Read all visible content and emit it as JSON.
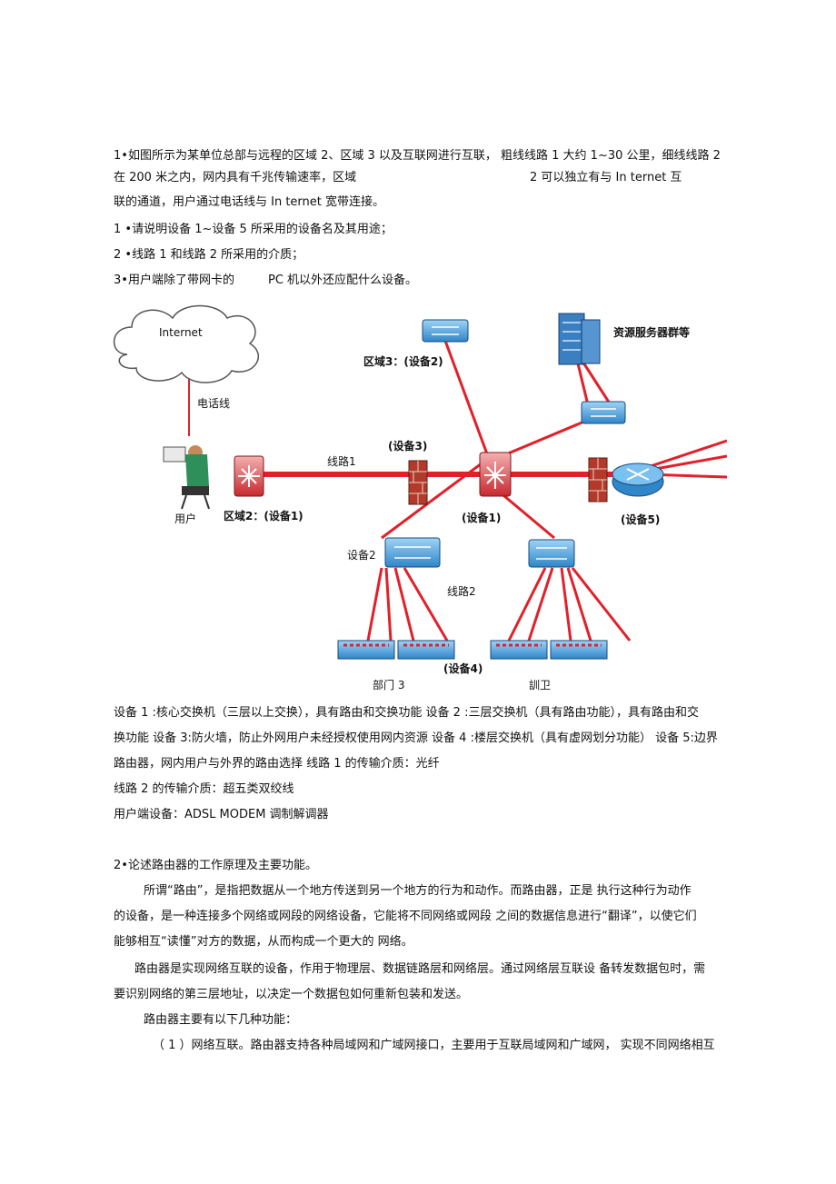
{
  "q1": {
    "line1": "1•如图所示为某单位总部与远程的区域 2、区域 3 以及互联网进行互联， 粗线线路 1 大约 1~30 公里，细线线路 2",
    "line2a": "在 200 米之内，网内具有千兆传输速率，区域",
    "line2b": "2 可以独立有与 In ternet 互",
    "line3": "联的通道，用户通过电话线与 In ternet 宽带连接。",
    "sub1": "1 •请说明设备 1~设备 5 所采用的设备名及其用途；",
    "sub2": "2  •线路 1 和线路 2 所采用的介质；",
    "sub3a": "3•用户端除了带网卡的",
    "sub3b": "PC 机以外还应配什么设备。"
  },
  "diagram": {
    "internet": "Internet",
    "phone_line": "电话线",
    "user": "用户",
    "area2": "区域2：(设备1)",
    "line1": "线路1",
    "device3": "(设备3)",
    "area3": "区域3：(设备2)",
    "servers": "资源服务器群等",
    "device1": "(设备1)",
    "device5": "(设备5)",
    "device2": "设备2",
    "line2": "线路2",
    "device4": "(设备4)",
    "dept3": "部门 3",
    "dept_b": "訓卫"
  },
  "answer1": {
    "line1": "设备 1 :核心交换机（三层以上交换），具有路由和交换功能 设备 2 :三层交换机（具有路由功能），具有路由和交",
    "line2": "换功能 设备 3:防火墙，防止外网用户未经授权使用网内资源 设备 4 :楼层交换机（具有虚网划分功能） 设备 5:边界",
    "line3": "路由器，网内用户与外界的路由选择 线路 1 的传输介质：光纤",
    "line4": "线路 2 的传输介质：超五类双绞线",
    "line5": "用户端设备：ADSL MODEM 调制解调器"
  },
  "q2": {
    "title": "2•论述路由器的工作原理及主要功能。",
    "p1a": "所谓“路由”，是指把数据从一个地方传送到另一个地方的行为和动作。而路由器，正是 执行这种行为动作",
    "p1b": "的设备，是一种连接多个网络或网段的网络设备，它能将不同网络或网段 之间的数据信息进行“翻译”，以使它们",
    "p1c": "能够相互“读懂”对方的数据，从而构成一个更大的 网络。",
    "p2a": "路由器是实现网络互联的设备，作用于物理层、数据链路层和网络层。通过网络层互联设 备转发数据包时，需",
    "p2b": "要识别网络的第三层地址，以决定一个数据包如何重新包装和发送。",
    "p3": "路由器主要有以下几种功能：",
    "p4": "（ 1 ）网络互联。路由器支持各种局域网和广域网接口，主要用于互联局域网和广域网， 实现不同网络相互"
  }
}
